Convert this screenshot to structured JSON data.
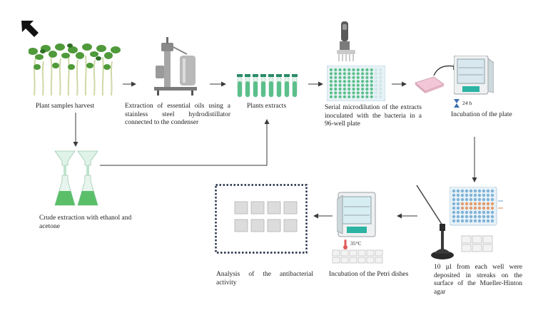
{
  "steps": {
    "harvest": "Plant samples harvest",
    "hydrodistill": "Extraction of essential oils using a stainless steel hydrodistillator connected to the condenser",
    "extracts": "Plants extracts",
    "microdilution": "Serial microdilution of the extracts inoculated with the bacteria in a 96-well plate",
    "incubation_plate": "Incubation of the plate",
    "crude": "Crude extraction with ethanol and acetone",
    "streak": "10 µl from each well were deposited in streaks on the surface of the Mueller-Hinton agar",
    "incubation_petri": "Incubation of the Petri dishes",
    "analysis": "Analysis of the antibacterial activity"
  },
  "badges": {
    "time": "24 h",
    "temperature": "35°C"
  },
  "colors": {
    "arrow": "#3a3a3a",
    "plant_green": "#4f9a3a",
    "extract_green": "#5bbf8a",
    "teal": "#2bb3a3",
    "plate_pink": "#f2c6d6",
    "well_blue": "#7fb3d8",
    "well_orange": "#e59a6a"
  }
}
